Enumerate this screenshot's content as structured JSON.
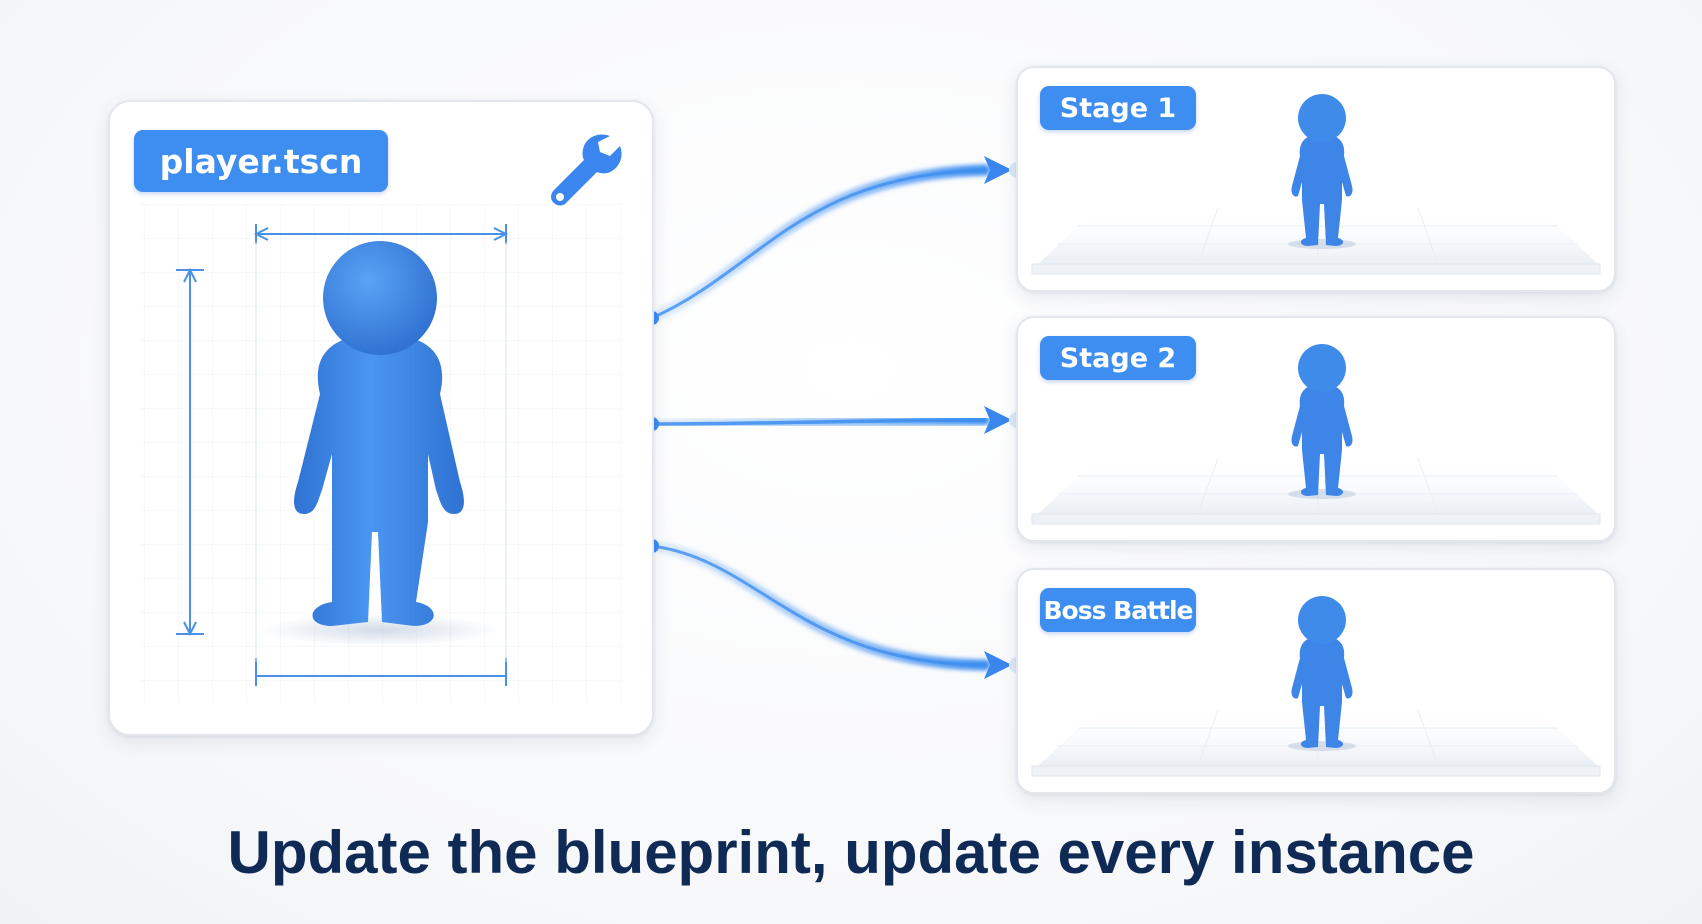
{
  "blueprint": {
    "file_label": "player.tscn",
    "tool_icon": "wrench-icon"
  },
  "instances": [
    {
      "label": "Stage 1"
    },
    {
      "label": "Stage 2"
    },
    {
      "label": "Boss Battle"
    }
  ],
  "headline": "Update the blueprint, update every instance",
  "colors": {
    "accent": "#3d8ef0",
    "figure": "#3f8bea",
    "figure_shade": "#2f72d3",
    "headline": "#0f2a55"
  }
}
